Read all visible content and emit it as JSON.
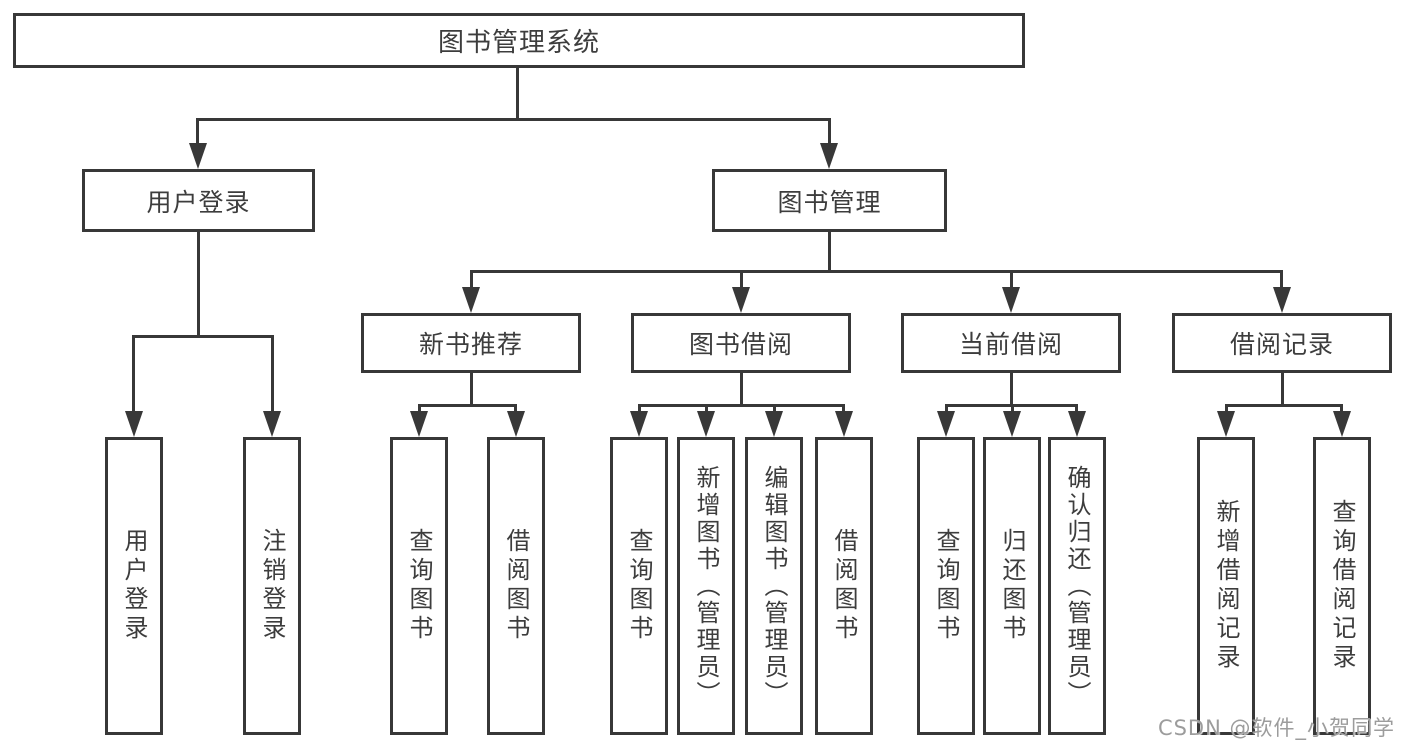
{
  "tree": {
    "root": {
      "label": "图书管理系统"
    },
    "branches": [
      {
        "label": "用户登录",
        "children": [
          {
            "label": "用户登录"
          },
          {
            "label": "注销登录"
          }
        ]
      },
      {
        "label": "图书管理",
        "children": [
          {
            "label": "新书推荐",
            "children": [
              {
                "label": "查询图书"
              },
              {
                "label": "借阅图书"
              }
            ]
          },
          {
            "label": "图书借阅",
            "children": [
              {
                "label": "查询图书"
              },
              {
                "label": "新增图书（管理员）"
              },
              {
                "label": "编辑图书（管理员）"
              },
              {
                "label": "借阅图书"
              }
            ]
          },
          {
            "label": "当前借阅",
            "children": [
              {
                "label": "查询图书"
              },
              {
                "label": "归还图书"
              },
              {
                "label": "确认归还（管理员）"
              }
            ]
          },
          {
            "label": "借阅记录",
            "children": [
              {
                "label": "新增借阅记录"
              },
              {
                "label": "查询借阅记录"
              }
            ]
          }
        ]
      }
    ]
  },
  "watermark": {
    "text": "CSDN @软件_小贺同学"
  },
  "colors": {
    "line": "#383838",
    "text": "#3d3d3d",
    "background": "#ffffff",
    "watermark": "#9c9c9c"
  }
}
